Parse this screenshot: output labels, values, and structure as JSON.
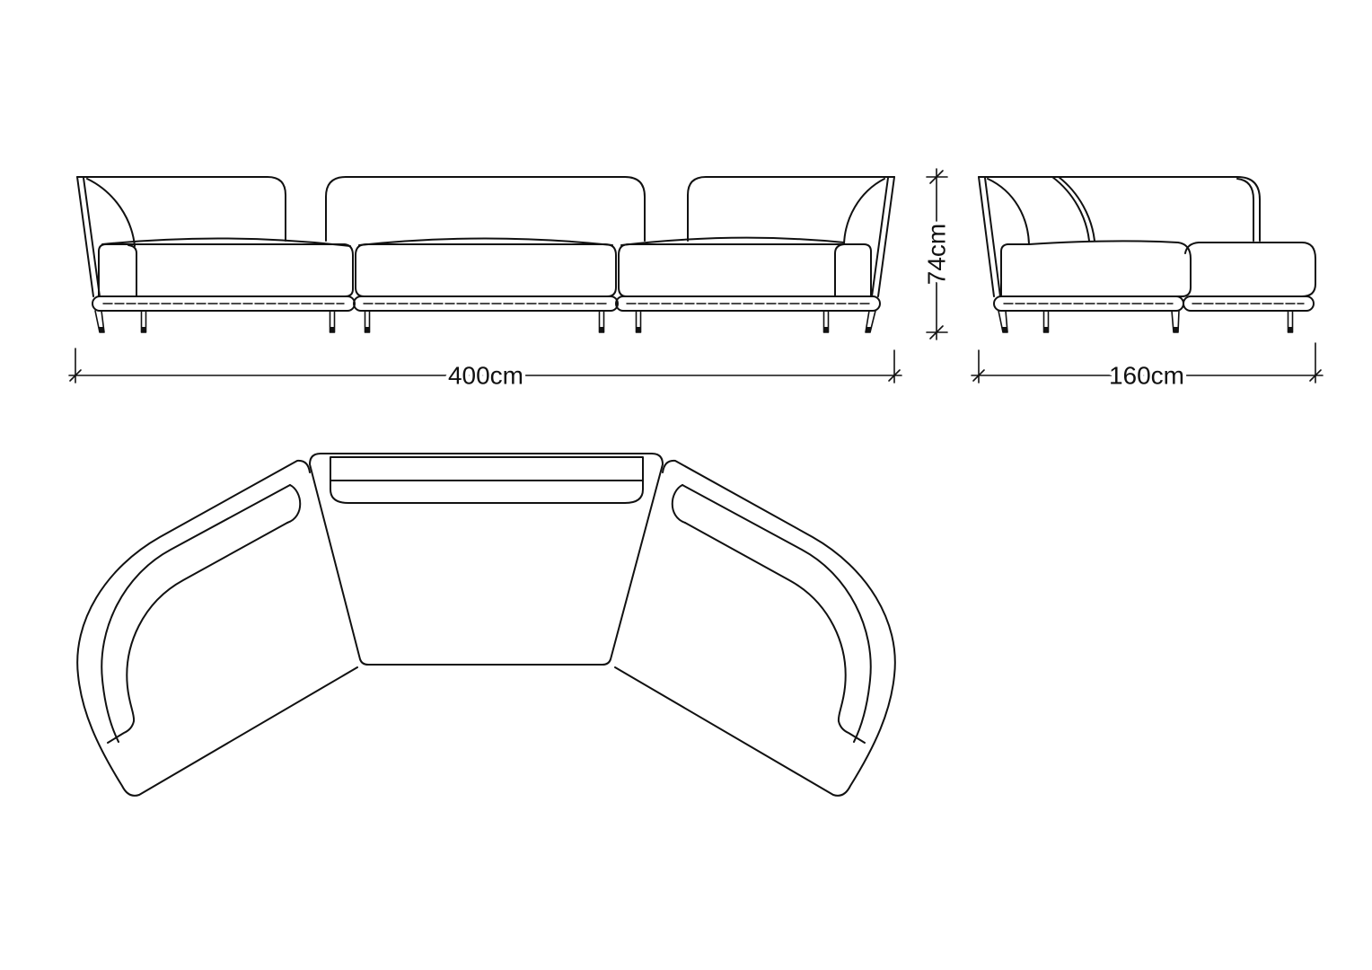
{
  "dimensions": {
    "width": "400cm",
    "height": "74cm",
    "depth": "160cm"
  }
}
